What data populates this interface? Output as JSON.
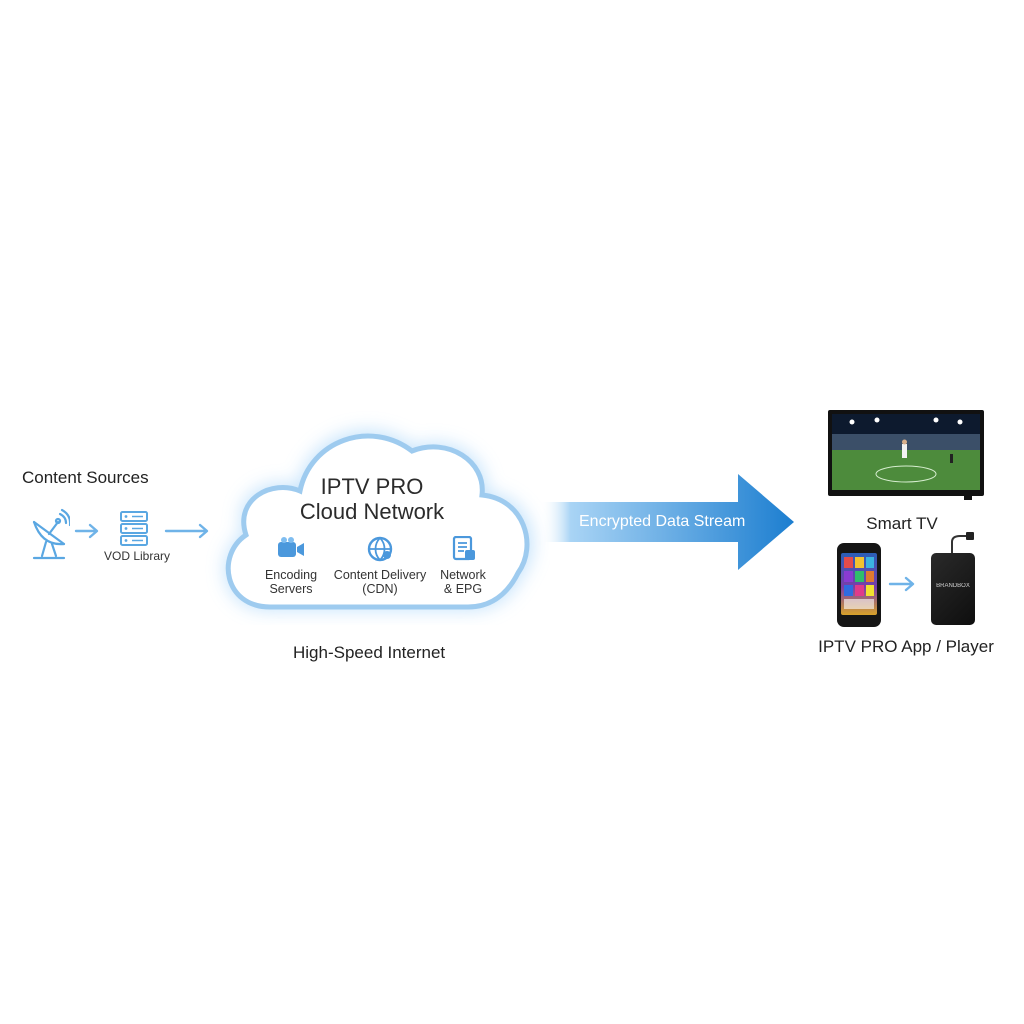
{
  "sources": {
    "title": "Content Sources",
    "vod_label": "VOD Library"
  },
  "cloud": {
    "title_line1": "IPTV PRO",
    "title_line2": "Cloud Network",
    "services": [
      {
        "line1": "Encoding",
        "line2": "Servers"
      },
      {
        "line1": "Content Delivery",
        "line2": "(CDN)"
      },
      {
        "line1": "Network",
        "line2": "& EPG"
      }
    ],
    "caption": "High-Speed Internet"
  },
  "stream": {
    "label": "Encrypted Data Stream"
  },
  "devices": {
    "tv_label": "Smart TV",
    "player_label": "IPTV PRO App / Player",
    "box_brand": "BRANDBOX"
  },
  "colors": {
    "accent_light": "#6fb3e8",
    "accent": "#2a86d6",
    "cloud_stroke": "#9ecbef"
  }
}
